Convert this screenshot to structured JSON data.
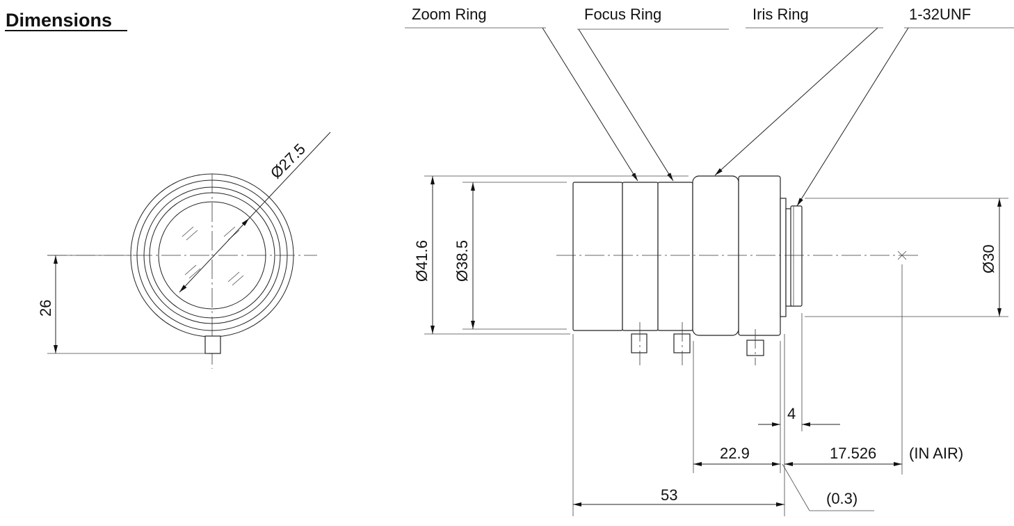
{
  "title": "Dimensions",
  "callouts": {
    "zoom_ring": "Zoom Ring",
    "focus_ring": "Focus Ring",
    "iris_ring": "Iris Ring",
    "mount_thread": "1-32UNF"
  },
  "front_view": {
    "diameter": "Ø27.5",
    "height": "26"
  },
  "side_view": {
    "outer_diameter": "Ø41.6",
    "ring_diameter": "Ø38.5",
    "mount_diameter": "Ø30",
    "thread_length": "4",
    "flange_to_ring": "22.9",
    "back_focus": "17.526",
    "back_focus_note": "(IN AIR)",
    "total_length": "53",
    "gap": "(0.3)"
  }
}
